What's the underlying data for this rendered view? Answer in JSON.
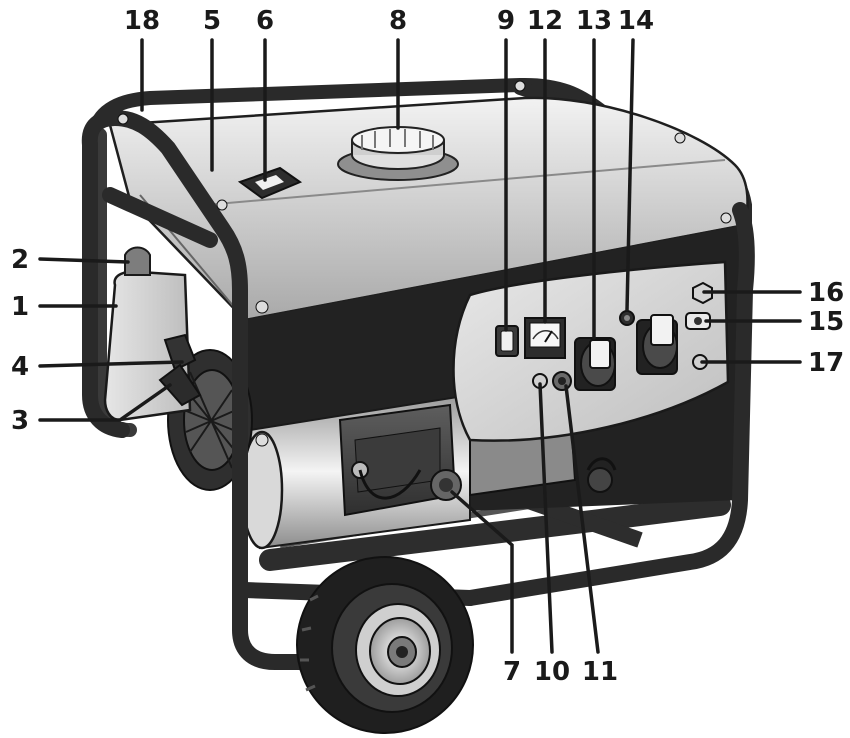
{
  "figure": {
    "background": "#ffffff",
    "ink": "#1a1a1a",
    "callouts": {
      "c1": "1",
      "c2": "2",
      "c3": "3",
      "c4": "4",
      "c5": "5",
      "c6": "6",
      "c7": "7",
      "c8": "8",
      "c9": "9",
      "c10": "10",
      "c11": "11",
      "c12": "12",
      "c13": "13",
      "c14": "14",
      "c15": "15",
      "c16": "16",
      "c17": "17",
      "c18": "18"
    }
  }
}
